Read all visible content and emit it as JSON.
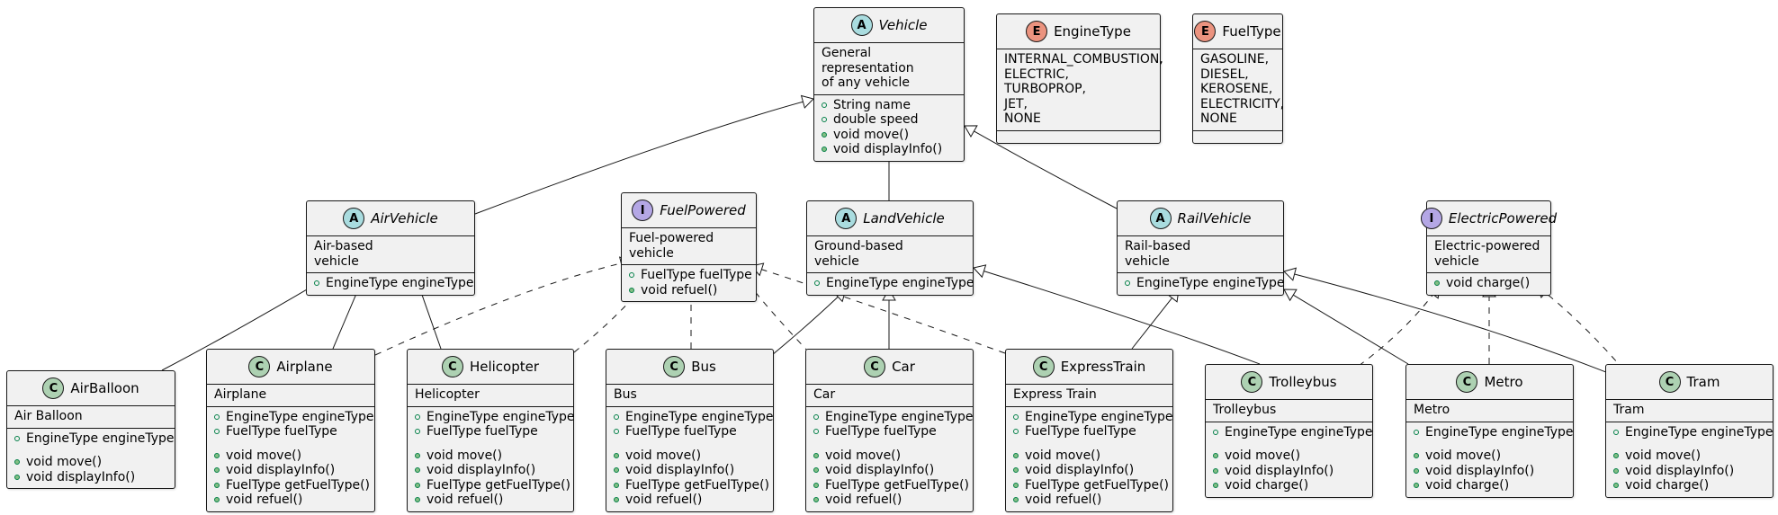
{
  "diagram": {
    "classes": [
      {
        "id": "vehicle",
        "badge": "A",
        "name": "Vehicle",
        "italic": true,
        "note": [
          "General representation",
          "of any vehicle"
        ],
        "fields": [
          "String name",
          "double speed"
        ],
        "methods": [
          "void move()",
          "void displayInfo()"
        ]
      },
      {
        "id": "enginetype",
        "badge": "E",
        "name": "EngineType",
        "italic": false,
        "constants": [
          "INTERNAL_COMBUSTION,",
          "ELECTRIC,",
          "TURBOPROP,",
          "JET,",
          "NONE"
        ]
      },
      {
        "id": "fueltype",
        "badge": "E",
        "name": "FuelType",
        "italic": false,
        "constants": [
          "GASOLINE,",
          "DIESEL,",
          "KEROSENE,",
          "ELECTRICITY,",
          "NONE"
        ]
      },
      {
        "id": "airvehicle",
        "badge": "A",
        "name": "AirVehicle",
        "italic": true,
        "note": [
          "Air-based",
          "vehicle"
        ],
        "fields": [
          "EngineType engineType"
        ]
      },
      {
        "id": "fuelpowered",
        "badge": "I",
        "name": "FuelPowered",
        "italic": true,
        "note": [
          "Fuel-powered",
          "vehicle"
        ],
        "fields": [
          "FuelType fuelType"
        ],
        "methods": [
          "void refuel()"
        ]
      },
      {
        "id": "landvehicle",
        "badge": "A",
        "name": "LandVehicle",
        "italic": true,
        "note": [
          "Ground-based",
          "vehicle"
        ],
        "fields": [
          "EngineType engineType"
        ]
      },
      {
        "id": "railvehicle",
        "badge": "A",
        "name": "RailVehicle",
        "italic": true,
        "note": [
          "Rail-based",
          "vehicle"
        ],
        "fields": [
          "EngineType engineType"
        ]
      },
      {
        "id": "electricpowered",
        "badge": "I",
        "name": "ElectricPowered",
        "italic": true,
        "note": [
          "Electric-powered",
          "vehicle"
        ],
        "methods": [
          "void charge()"
        ]
      },
      {
        "id": "airballoon",
        "badge": "C",
        "name": "AirBalloon",
        "italic": false,
        "note": [
          "Air Balloon"
        ],
        "fields": [
          "EngineType engineType"
        ],
        "methods": [
          "void move()",
          "void displayInfo()"
        ]
      },
      {
        "id": "airplane",
        "badge": "C",
        "name": "Airplane",
        "italic": false,
        "note": [
          "Airplane"
        ],
        "fields": [
          "EngineType engineType",
          "FuelType fuelType"
        ],
        "methods": [
          "void move()",
          "void displayInfo()",
          "FuelType getFuelType()",
          "void refuel()"
        ]
      },
      {
        "id": "helicopter",
        "badge": "C",
        "name": "Helicopter",
        "italic": false,
        "note": [
          "Helicopter"
        ],
        "fields": [
          "EngineType engineType",
          "FuelType fuelType"
        ],
        "methods": [
          "void move()",
          "void displayInfo()",
          "FuelType getFuelType()",
          "void refuel()"
        ]
      },
      {
        "id": "bus",
        "badge": "C",
        "name": "Bus",
        "italic": false,
        "note": [
          "Bus"
        ],
        "fields": [
          "EngineType engineType",
          "FuelType fuelType"
        ],
        "methods": [
          "void move()",
          "void displayInfo()",
          "FuelType getFuelType()",
          "void refuel()"
        ]
      },
      {
        "id": "car",
        "badge": "C",
        "name": "Car",
        "italic": false,
        "note": [
          "Car"
        ],
        "fields": [
          "EngineType engineType",
          "FuelType fuelType"
        ],
        "methods": [
          "void move()",
          "void displayInfo()",
          "FuelType getFuelType()",
          "void refuel()"
        ]
      },
      {
        "id": "expresstrain",
        "badge": "C",
        "name": "ExpressTrain",
        "italic": false,
        "note": [
          "Express Train"
        ],
        "fields": [
          "EngineType engineType",
          "FuelType fuelType"
        ],
        "methods": [
          "void move()",
          "void displayInfo()",
          "FuelType getFuelType()",
          "void refuel()"
        ]
      },
      {
        "id": "trolleybus",
        "badge": "C",
        "name": "Trolleybus",
        "italic": false,
        "note": [
          "Trolleybus"
        ],
        "fields": [
          "EngineType engineType"
        ],
        "methods": [
          "void move()",
          "void displayInfo()",
          "void charge()"
        ]
      },
      {
        "id": "metro",
        "badge": "C",
        "name": "Metro",
        "italic": false,
        "note": [
          "Metro"
        ],
        "fields": [
          "EngineType engineType"
        ],
        "methods": [
          "void move()",
          "void displayInfo()",
          "void charge()"
        ]
      },
      {
        "id": "tram",
        "badge": "C",
        "name": "Tram",
        "italic": false,
        "note": [
          "Tram"
        ],
        "fields": [
          "EngineType engineType"
        ],
        "methods": [
          "void move()",
          "void displayInfo()",
          "void charge()"
        ]
      }
    ],
    "relations": [
      {
        "from": "airvehicle",
        "to": "vehicle",
        "kind": "extends"
      },
      {
        "from": "landvehicle",
        "to": "vehicle",
        "kind": "extends"
      },
      {
        "from": "railvehicle",
        "to": "vehicle",
        "kind": "extends"
      },
      {
        "from": "airballoon",
        "to": "airvehicle",
        "kind": "extends"
      },
      {
        "from": "airplane",
        "to": "airvehicle",
        "kind": "extends"
      },
      {
        "from": "helicopter",
        "to": "airvehicle",
        "kind": "extends"
      },
      {
        "from": "airplane",
        "to": "fuelpowered",
        "kind": "implements"
      },
      {
        "from": "helicopter",
        "to": "fuelpowered",
        "kind": "implements"
      },
      {
        "from": "bus",
        "to": "fuelpowered",
        "kind": "implements"
      },
      {
        "from": "car",
        "to": "fuelpowered",
        "kind": "implements"
      },
      {
        "from": "expresstrain",
        "to": "fuelpowered",
        "kind": "implements"
      },
      {
        "from": "bus",
        "to": "landvehicle",
        "kind": "extends"
      },
      {
        "from": "car",
        "to": "landvehicle",
        "kind": "extends"
      },
      {
        "from": "trolleybus",
        "to": "landvehicle",
        "kind": "extends"
      },
      {
        "from": "expresstrain",
        "to": "railvehicle",
        "kind": "extends"
      },
      {
        "from": "metro",
        "to": "railvehicle",
        "kind": "extends"
      },
      {
        "from": "tram",
        "to": "railvehicle",
        "kind": "extends"
      },
      {
        "from": "trolleybus",
        "to": "electricpowered",
        "kind": "implements"
      },
      {
        "from": "metro",
        "to": "electricpowered",
        "kind": "implements"
      },
      {
        "from": "tram",
        "to": "electricpowered",
        "kind": "implements"
      }
    ]
  }
}
